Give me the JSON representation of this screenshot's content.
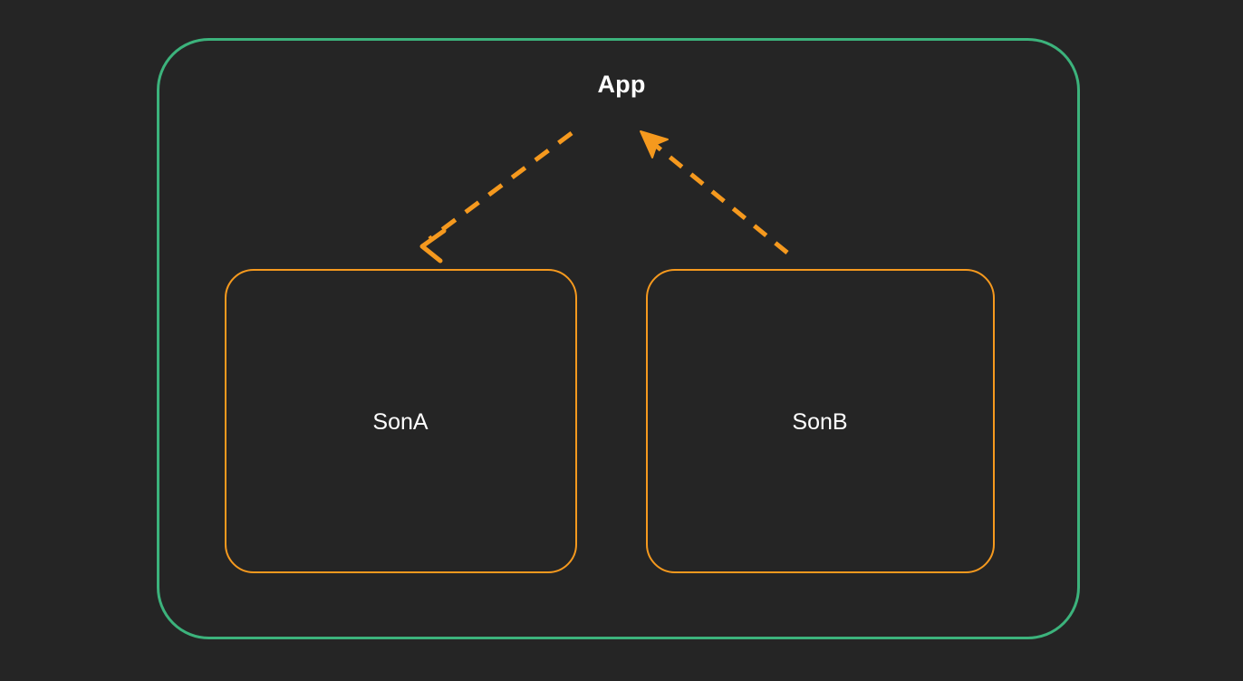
{
  "diagram": {
    "background_color": "#252525",
    "container": {
      "title": "App",
      "border_color": "#3cb37c",
      "title_color": "#ffffff"
    },
    "nodes": [
      {
        "id": "sonA",
        "label": "SonA",
        "border_color": "#f5991e",
        "label_color": "#ffffff"
      },
      {
        "id": "sonB",
        "label": "SonB",
        "border_color": "#f5991e",
        "label_color": "#ffffff"
      }
    ],
    "connectors": [
      {
        "id": "app-to-sonA",
        "style": "dashed",
        "color": "#f5991e",
        "arrowhead": "open",
        "direction": "down-left"
      },
      {
        "id": "sonB-to-app",
        "style": "dashed",
        "color": "#f5991e",
        "arrowhead": "filled",
        "direction": "up-left"
      }
    ]
  }
}
